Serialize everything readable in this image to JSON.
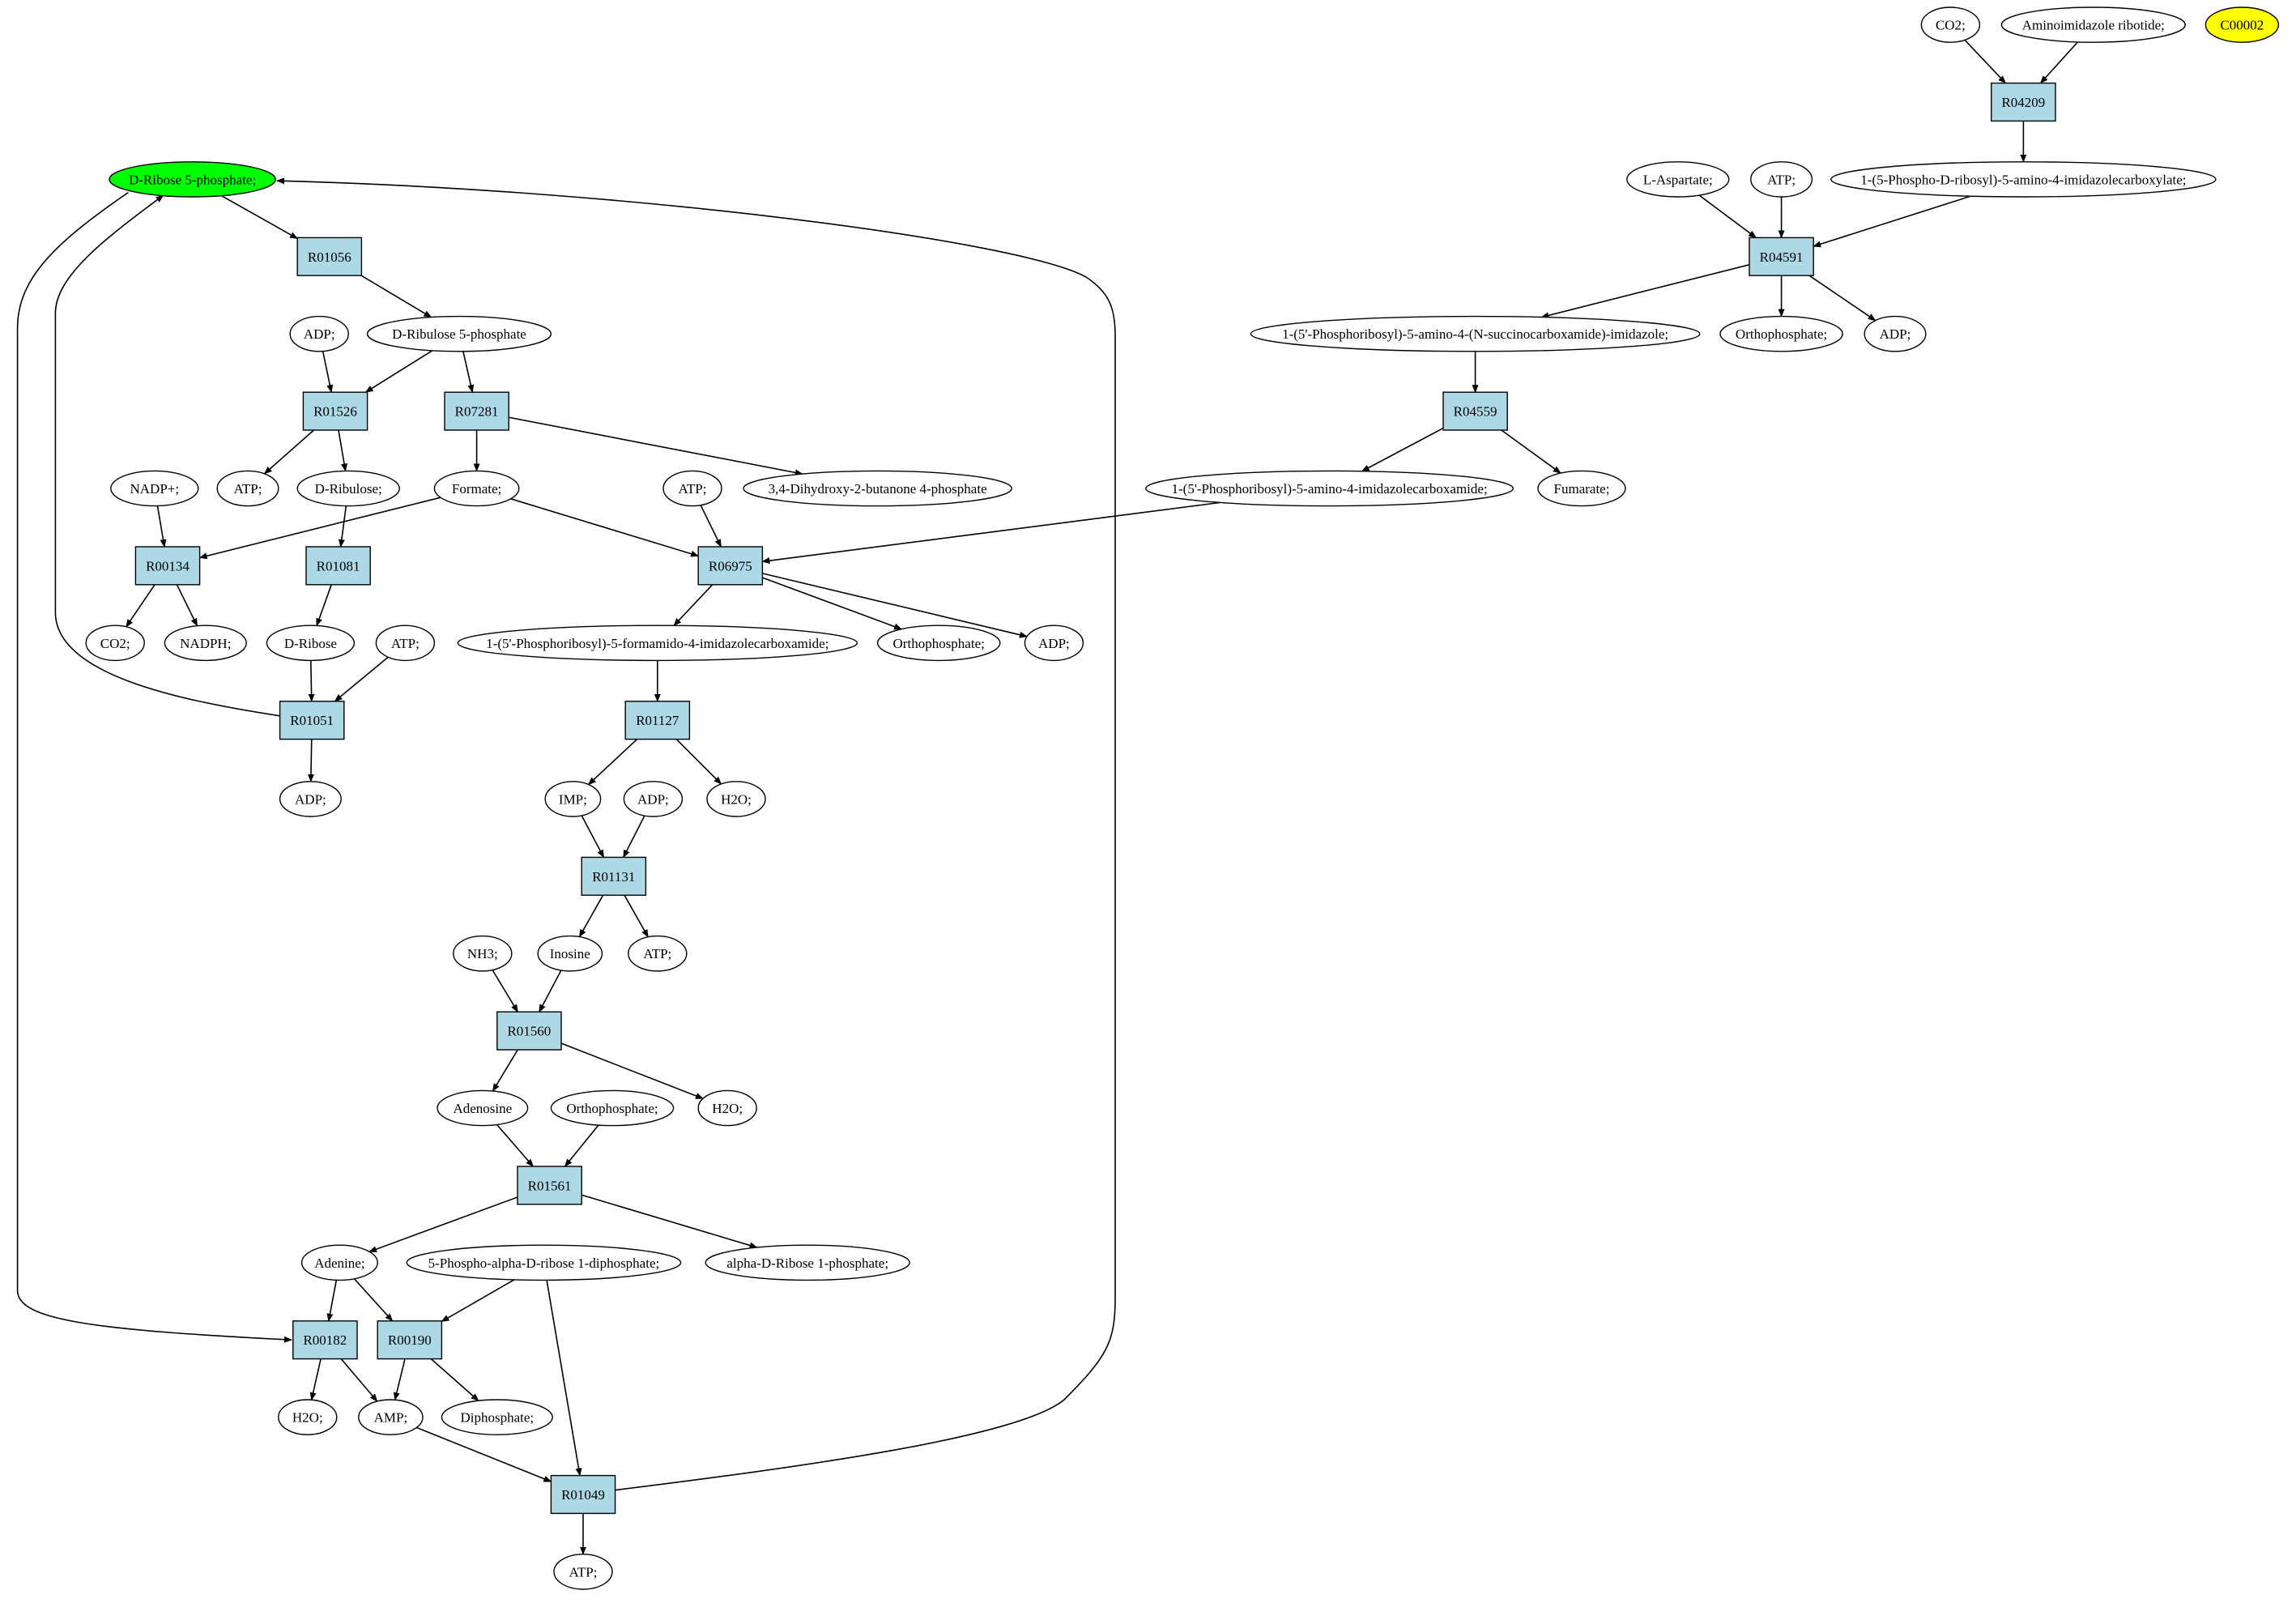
{
  "colors": {
    "reaction_fill": "#add8e6",
    "compound_fill": "#ffffff",
    "highlight_start": "#00ff00",
    "highlight_query": "#ffff00",
    "stroke": "#000000"
  },
  "nodes": {
    "CO2_a": "CO2;",
    "AIR": "Aminoimidazole ribotide;",
    "C00002": "C00002",
    "R04209": "R04209",
    "AICR_carboxylate": "1-(5-Phospho-D-ribosyl)-5-amino-4-imidazolecarboxylate;",
    "LAsp": "L-Aspartate;",
    "ATP_a": "ATP;",
    "R04591": "R04591",
    "SAICAR": "1-(5'-Phosphoribosyl)-5-amino-4-(N-succinocarboxamide)-imidazole;",
    "Ortho_a": "Orthophosphate;",
    "ADP_a": "ADP;",
    "R04559": "R04559",
    "AICAR": "1-(5'-Phosphoribosyl)-5-amino-4-imidazolecarboxamide;",
    "Fumarate": "Fumarate;",
    "DR5P": "D-Ribose 5-phosphate;",
    "R01056": "R01056",
    "ADP_b": "ADP;",
    "DRu5P": "D-Ribulose 5-phosphate",
    "R01526": "R01526",
    "R07281": "R07281",
    "ATP_b": "ATP;",
    "DRibulose": "D-Ribulose;",
    "Formate": "Formate;",
    "ATP_c": "ATP;",
    "DHBP": "3,4-Dihydroxy-2-butanone 4-phosphate",
    "NADP": "NADP+;",
    "R00134": "R00134",
    "R01081": "R01081",
    "R06975": "R06975",
    "CO2_b": "CO2;",
    "NADPH": "NADPH;",
    "DRibose": "D-Ribose",
    "ATP_d": "ATP;",
    "FAICAR": "1-(5'-Phosphoribosyl)-5-formamido-4-imidazolecarboxamide;",
    "Ortho_b": "Orthophosphate;",
    "ADP_c": "ADP;",
    "R01051": "R01051",
    "R01127": "R01127",
    "ADP_d": "ADP;",
    "IMP": "IMP;",
    "ADP_e": "ADP;",
    "H2O_a": "H2O;",
    "R01131": "R01131",
    "NH3": "NH3;",
    "Inosine": "Inosine",
    "ATP_e": "ATP;",
    "R01560": "R01560",
    "Adenosine": "Adenosine",
    "Ortho_c": "Orthophosphate;",
    "H2O_b": "H2O;",
    "R01561": "R01561",
    "Adenine": "Adenine;",
    "PRPP": "5-Phospho-alpha-D-ribose 1-diphosphate;",
    "aDR1P": "alpha-D-Ribose 1-phosphate;",
    "R00182": "R00182",
    "R00190": "R00190",
    "H2O_c": "H2O;",
    "AMP": "AMP;",
    "Diphosphate": "Diphosphate;",
    "R01049": "R01049",
    "ATP_f": "ATP;"
  }
}
